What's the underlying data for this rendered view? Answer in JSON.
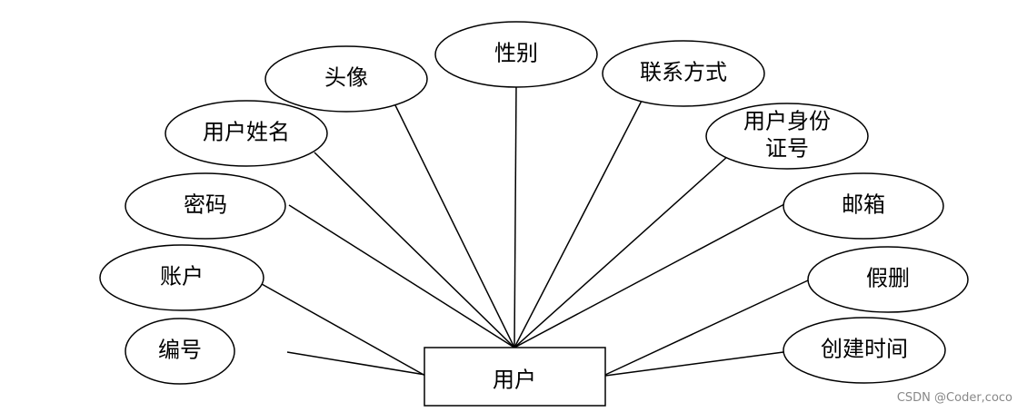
{
  "diagram": {
    "entity": {
      "label": "用户"
    },
    "attributes": [
      {
        "id": "bianhao",
        "label": "编号"
      },
      {
        "id": "zhanghu",
        "label": "账户"
      },
      {
        "id": "mima",
        "label": "密码"
      },
      {
        "id": "yonghuxingming",
        "label": "用户姓名"
      },
      {
        "id": "touxiang",
        "label": "头像"
      },
      {
        "id": "xingbie",
        "label": "性别"
      },
      {
        "id": "lianxifangshi",
        "label": "联系方式"
      },
      {
        "id": "shenfenzheng",
        "label": [
          "用户身份",
          "证号"
        ]
      },
      {
        "id": "youxiang",
        "label": "邮箱"
      },
      {
        "id": "jiashan",
        "label": "假删"
      },
      {
        "id": "chuangjianshijian",
        "label": "创建时间"
      }
    ]
  },
  "watermark": {
    "text": "CSDN @Coder,coco"
  }
}
